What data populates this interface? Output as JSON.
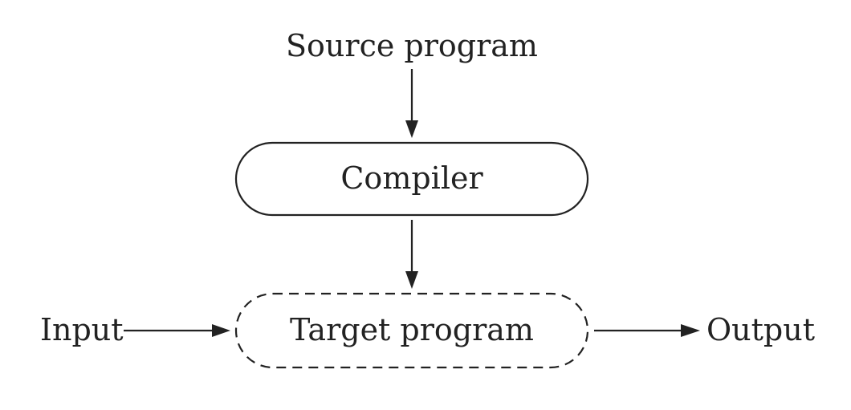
{
  "diagram": {
    "source_label": "Source program",
    "compiler_label": "Compiler",
    "target_label": "Target program",
    "input_label": "Input",
    "output_label": "Output"
  }
}
